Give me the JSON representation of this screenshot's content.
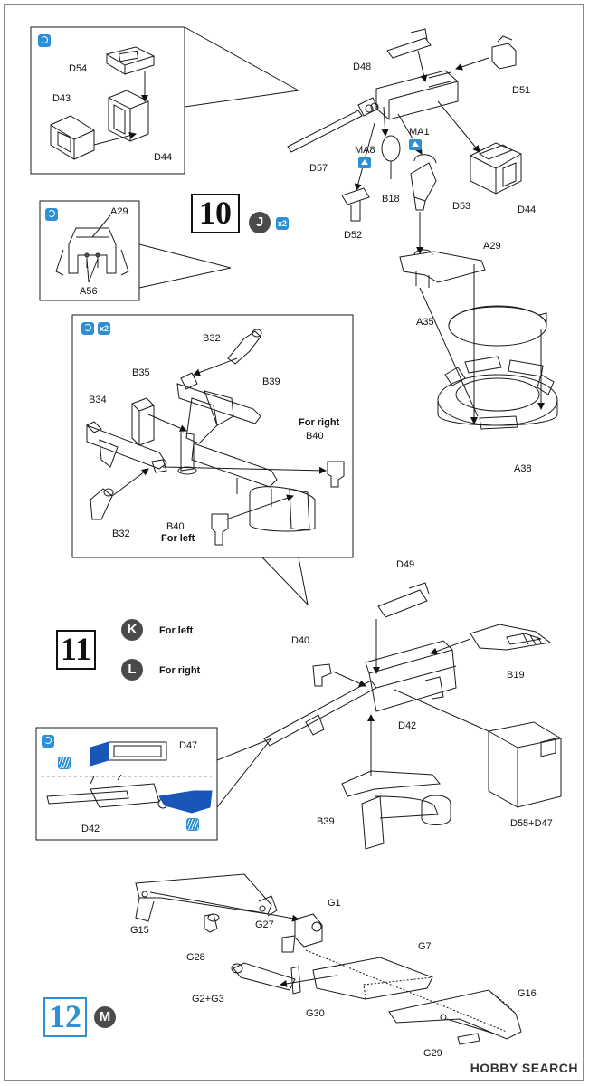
{
  "steps": {
    "s10": {
      "number": "10",
      "badge": "J",
      "multiplier": "x2"
    },
    "s11": {
      "number": "11",
      "badge_k": "K",
      "label_k": "For left",
      "badge_l": "L",
      "label_l": "For right"
    },
    "s12": {
      "number": "12",
      "badge": "M"
    }
  },
  "insets": {
    "inset_a": {
      "parts": [
        "D54",
        "D43",
        "D44"
      ]
    },
    "inset_b": {
      "parts": [
        "A29",
        "A56"
      ]
    },
    "inset_c": {
      "multiplier": "x2",
      "parts": [
        "B32",
        "B35",
        "B39",
        "B34",
        "B40",
        "B32",
        "B40"
      ],
      "for_right": "For right",
      "for_left": "For left"
    },
    "inset_d": {
      "parts": [
        "D47",
        "D42"
      ]
    }
  },
  "step10_parts": {
    "d48": "D48",
    "d51": "D51",
    "d57": "D57",
    "ma8": "MA8",
    "ma1": "MA1",
    "b18": "B18",
    "d53": "D53",
    "d44": "D44",
    "d52": "D52",
    "a29": "A29",
    "a35": "A35",
    "a38": "A38"
  },
  "step11_parts": {
    "d49": "D49",
    "d40": "D40",
    "b19": "B19",
    "d42": "D42",
    "b39": "B39",
    "d55_d47": "D55+D47"
  },
  "step12_parts": {
    "g1": "G1",
    "g15": "G15",
    "g27": "G27",
    "g28": "G28",
    "g7": "G7",
    "g2_g3": "G2+G3",
    "g30": "G30",
    "g16": "G16",
    "g29": "G29"
  },
  "watermark": "HOBBY SEARCH",
  "colors": {
    "accent": "#2d8fd6",
    "highlight": "#1a56b8",
    "line": "#1a1a1a"
  }
}
